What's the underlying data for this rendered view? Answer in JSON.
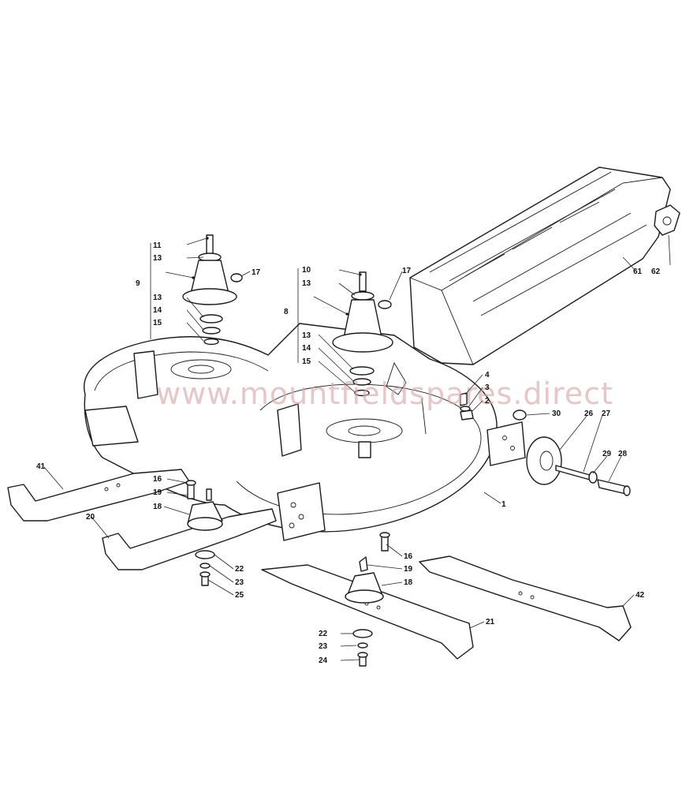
{
  "watermark": "www.mountfieldspares.direct",
  "labels": {
    "p1": "1",
    "p2": "2",
    "p3": "3",
    "p4": "4",
    "p8": "8",
    "p9": "9",
    "p10": "10",
    "p11": "11",
    "p13a": "13",
    "p13b": "13",
    "p13c": "13",
    "p13d": "13",
    "p14a": "14",
    "p14b": "14",
    "p15a": "15",
    "p15b": "15",
    "p16a": "16",
    "p16b": "16",
    "p17a": "17",
    "p17b": "17",
    "p18a": "18",
    "p18b": "18",
    "p19a": "19",
    "p19b": "19",
    "p20": "20",
    "p21": "21",
    "p22a": "22",
    "p22b": "22",
    "p23a": "23",
    "p23b": "23",
    "p24": "24",
    "p25": "25",
    "p26": "26",
    "p27": "27",
    "p28": "28",
    "p29": "29",
    "p30": "30",
    "p41": "41",
    "p42": "42",
    "p61": "61",
    "p62": "62"
  }
}
